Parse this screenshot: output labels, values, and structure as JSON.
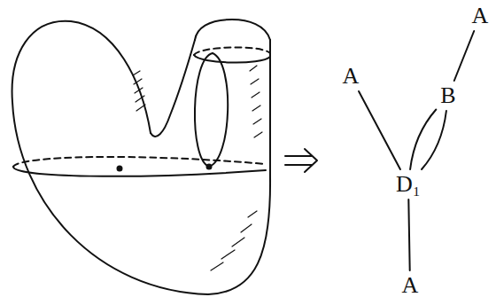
{
  "diagram": {
    "nodes": [
      {
        "text": [
          "A"
        ]
      },
      {
        "text": [
          "A"
        ]
      },
      {
        "text": [
          "B"
        ]
      },
      {
        "text": [
          "D₁"
        ]
      },
      {
        "text": [
          "A"
        ]
      }
    ],
    "edges": [
      {
        "from": 1,
        "to": 3,
        "arrow": "none"
      },
      {
        "from": 3,
        "to": 2,
        "arrow": "none"
      },
      {
        "from": 3,
        "to": 2,
        "arrow": "none"
      },
      {
        "from": 2,
        "to": 0,
        "arrow": "none"
      },
      {
        "from": 3,
        "to": 4,
        "arrow": "none"
      }
    ]
  }
}
